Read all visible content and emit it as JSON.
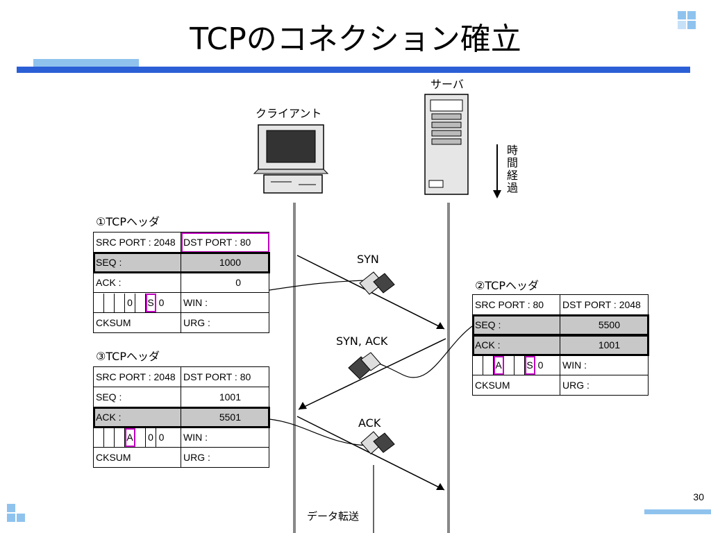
{
  "title": "TCPのコネクション確立",
  "client_label": "クライアント",
  "server_label": "サーバ",
  "time_label": "時間経過",
  "packets": {
    "syn": "SYN",
    "synack": "SYN, ACK",
    "ack": "ACK"
  },
  "header1": {
    "title": "①TCPヘッダ",
    "src": "SRC PORT : 2048",
    "dst": "DST PORT :  80",
    "seq_label": "SEQ :",
    "seq": "1000",
    "ack_label": "ACK :",
    "ack": "0",
    "flags": [
      "",
      "",
      "",
      "0",
      "",
      "S",
      "0"
    ],
    "win": "WIN :",
    "cksum": "CKSUM",
    "urg": "URG :"
  },
  "header2": {
    "title": "②TCPヘッダ",
    "src": "SRC PORT :  80",
    "dst": "DST PORT : 2048",
    "seq_label": "SEQ :",
    "seq": "5500",
    "ack_label": "ACK :",
    "ack": "1001",
    "flags": [
      "",
      "",
      "A",
      "",
      "",
      "S",
      "0"
    ],
    "win": "WIN :",
    "cksum": "CKSUM",
    "urg": "URG :"
  },
  "header3": {
    "title": "③TCPヘッダ",
    "src": "SRC PORT : 2048",
    "dst": "DST PORT :  80",
    "seq_label": "SEQ :",
    "seq": "1001",
    "ack_label": "ACK :",
    "ack": "5501",
    "flags": [
      "",
      "",
      "",
      "A",
      "",
      "0",
      "0"
    ],
    "win": "WIN :",
    "cksum": "CKSUM",
    "urg": "URG :"
  },
  "data_transfer": "データ転送",
  "page_number": "30",
  "colors": {
    "rule": "#2b5fd6",
    "accent": "#8fc3ee",
    "highlight": "#c000c0",
    "gray": "#c8c8c8"
  }
}
